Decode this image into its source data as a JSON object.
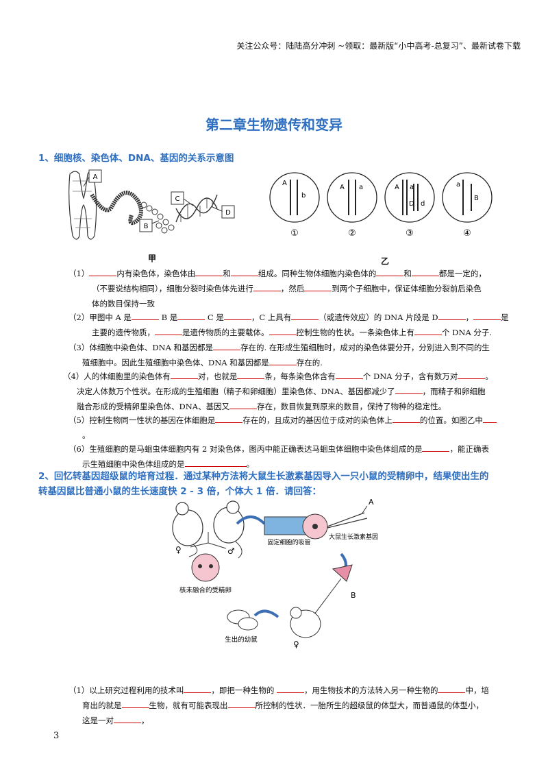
{
  "header": "关注公众号：陆陆高分冲刺 ~领取：最新版“小中高考-总复习”、最新试卷下载",
  "title": "第二章生物遗传和变异",
  "section1": {
    "heading": "1、细胞核、染色体、DNA、基因的关系示意图",
    "fig_labels": {
      "jia": "甲",
      "yi": "乙"
    },
    "boxes": [
      "A",
      "B",
      "C",
      "D"
    ],
    "circles": [
      "①",
      "②",
      "③",
      "④"
    ],
    "circle_letters": {
      "c1a": "A",
      "c1b": "b",
      "c2a": "A",
      "c2b": "a",
      "c3a": "A",
      "c3b": "a",
      "c3c": "D",
      "c3d": "d",
      "c4a": "a",
      "c4b": "B"
    },
    "q1_a": "（1）",
    "q1_b": "内有染色体，染色体由",
    "q1_c": "和",
    "q1_d": "组成。同种生物体细胞内染色体的",
    "q1_e": "和",
    "q1_f": "都是一定的，",
    "q1_g": "（不要说结构相同），细胞分裂时染色体先进行",
    "q1_h": "，然后",
    "q1_i": "到两个子细胞中，保证体细胞分裂前后染色",
    "q1_j": "体的数目保持一致",
    "q2_a": "（2）甲图中 A 是",
    "q2_b": "B 是",
    "q2_c": "C 是",
    "q2_d": "，C 上具有",
    "q2_e": "（或遗传效应）的 DNA 片段是 D",
    "q2_f": "，",
    "q2_g": "是",
    "q2_h": "主要的遗传物质，",
    "q2_i": "是遗传物质的主要载体。",
    "q2_j": "控制生物的性状。一条染色体上有",
    "q2_k": "个 DNA 分子.",
    "q3_a": "（3）体细胞中染色体、DNA 和基因都是",
    "q3_b": "存在的. 在形成生殖细胞时，成对的染色体要分开，分别进入到不同的生",
    "q3_c": "殖细胞中。因此生殖细胞中染色体、DNA 和基因都是",
    "q3_d": "存在的.",
    "q4_a": "（4）人的体细胞里的染色体有",
    "q4_b": "对，也就是",
    "q4_c": "条，每条染色体含有",
    "q4_d": "个 DNA 分子，含有数万对",
    "q4_e": "。",
    "q4_f": "决定人体数万个性状。在形成的生殖细胞（精子和卵细胞）里染色体、DNA、基因都减少了",
    "q4_g": "，而精子和卵细胞",
    "q4_h": "融合形成的受精卵里染色体、DNA、基因又",
    "q4_i": "存在，数目恢复到原来的数目，保持了物种的稳定性。",
    "q5_a": "（5）控制生物同一性状的基因在体细胞是",
    "q5_b": "存在的，且成对的基因位于成对的染色体上",
    "q5_c": "的位置。如图乙中",
    "q5_d": "。",
    "q6_a": "（6）生殖细胞的是马蛔虫体细胞内有 2 对染色体，图丙中能正确表达马蛔虫体细胞中染色体组成的是",
    "q6_b": "，能正确表",
    "q6_c": "示生殖细胞中染色体组成的是",
    "q6_d": "。"
  },
  "section2": {
    "heading_1": "2、回忆转基因超级鼠的培育过程．通过某种方法将大鼠生长激素基因导入一只小鼠的受精卵中，结果使出生的",
    "heading_2": "转基因鼠比普通小鼠的生长速度快 2 - 3 倍，个体大 1 倍．请回答：",
    "fig": {
      "female": "♀",
      "male": "♂",
      "female2": "♀",
      "egg": "核未融合的受精卵",
      "pipette": "固定细胞的吸管",
      "gene": "大鼠生长激素基因",
      "babies": "生出的幼鼠",
      "A": "A",
      "B": "B"
    },
    "q1_a": "（1）以上研究过程利用的技术叫",
    "q1_b": "，即把一种生物的",
    "q1_c": "，用生物技术的方法转入另一种生物的",
    "q1_d": "中，培",
    "q1_e": "育出的就是",
    "q1_f": "生物，就有可能表现出",
    "q1_g": "所控制的性状．一胎所生的超级鼠的体型大，而普通鼠的体型小，",
    "q1_h": "这是一对",
    "q1_i": "，"
  },
  "page_number": "3"
}
